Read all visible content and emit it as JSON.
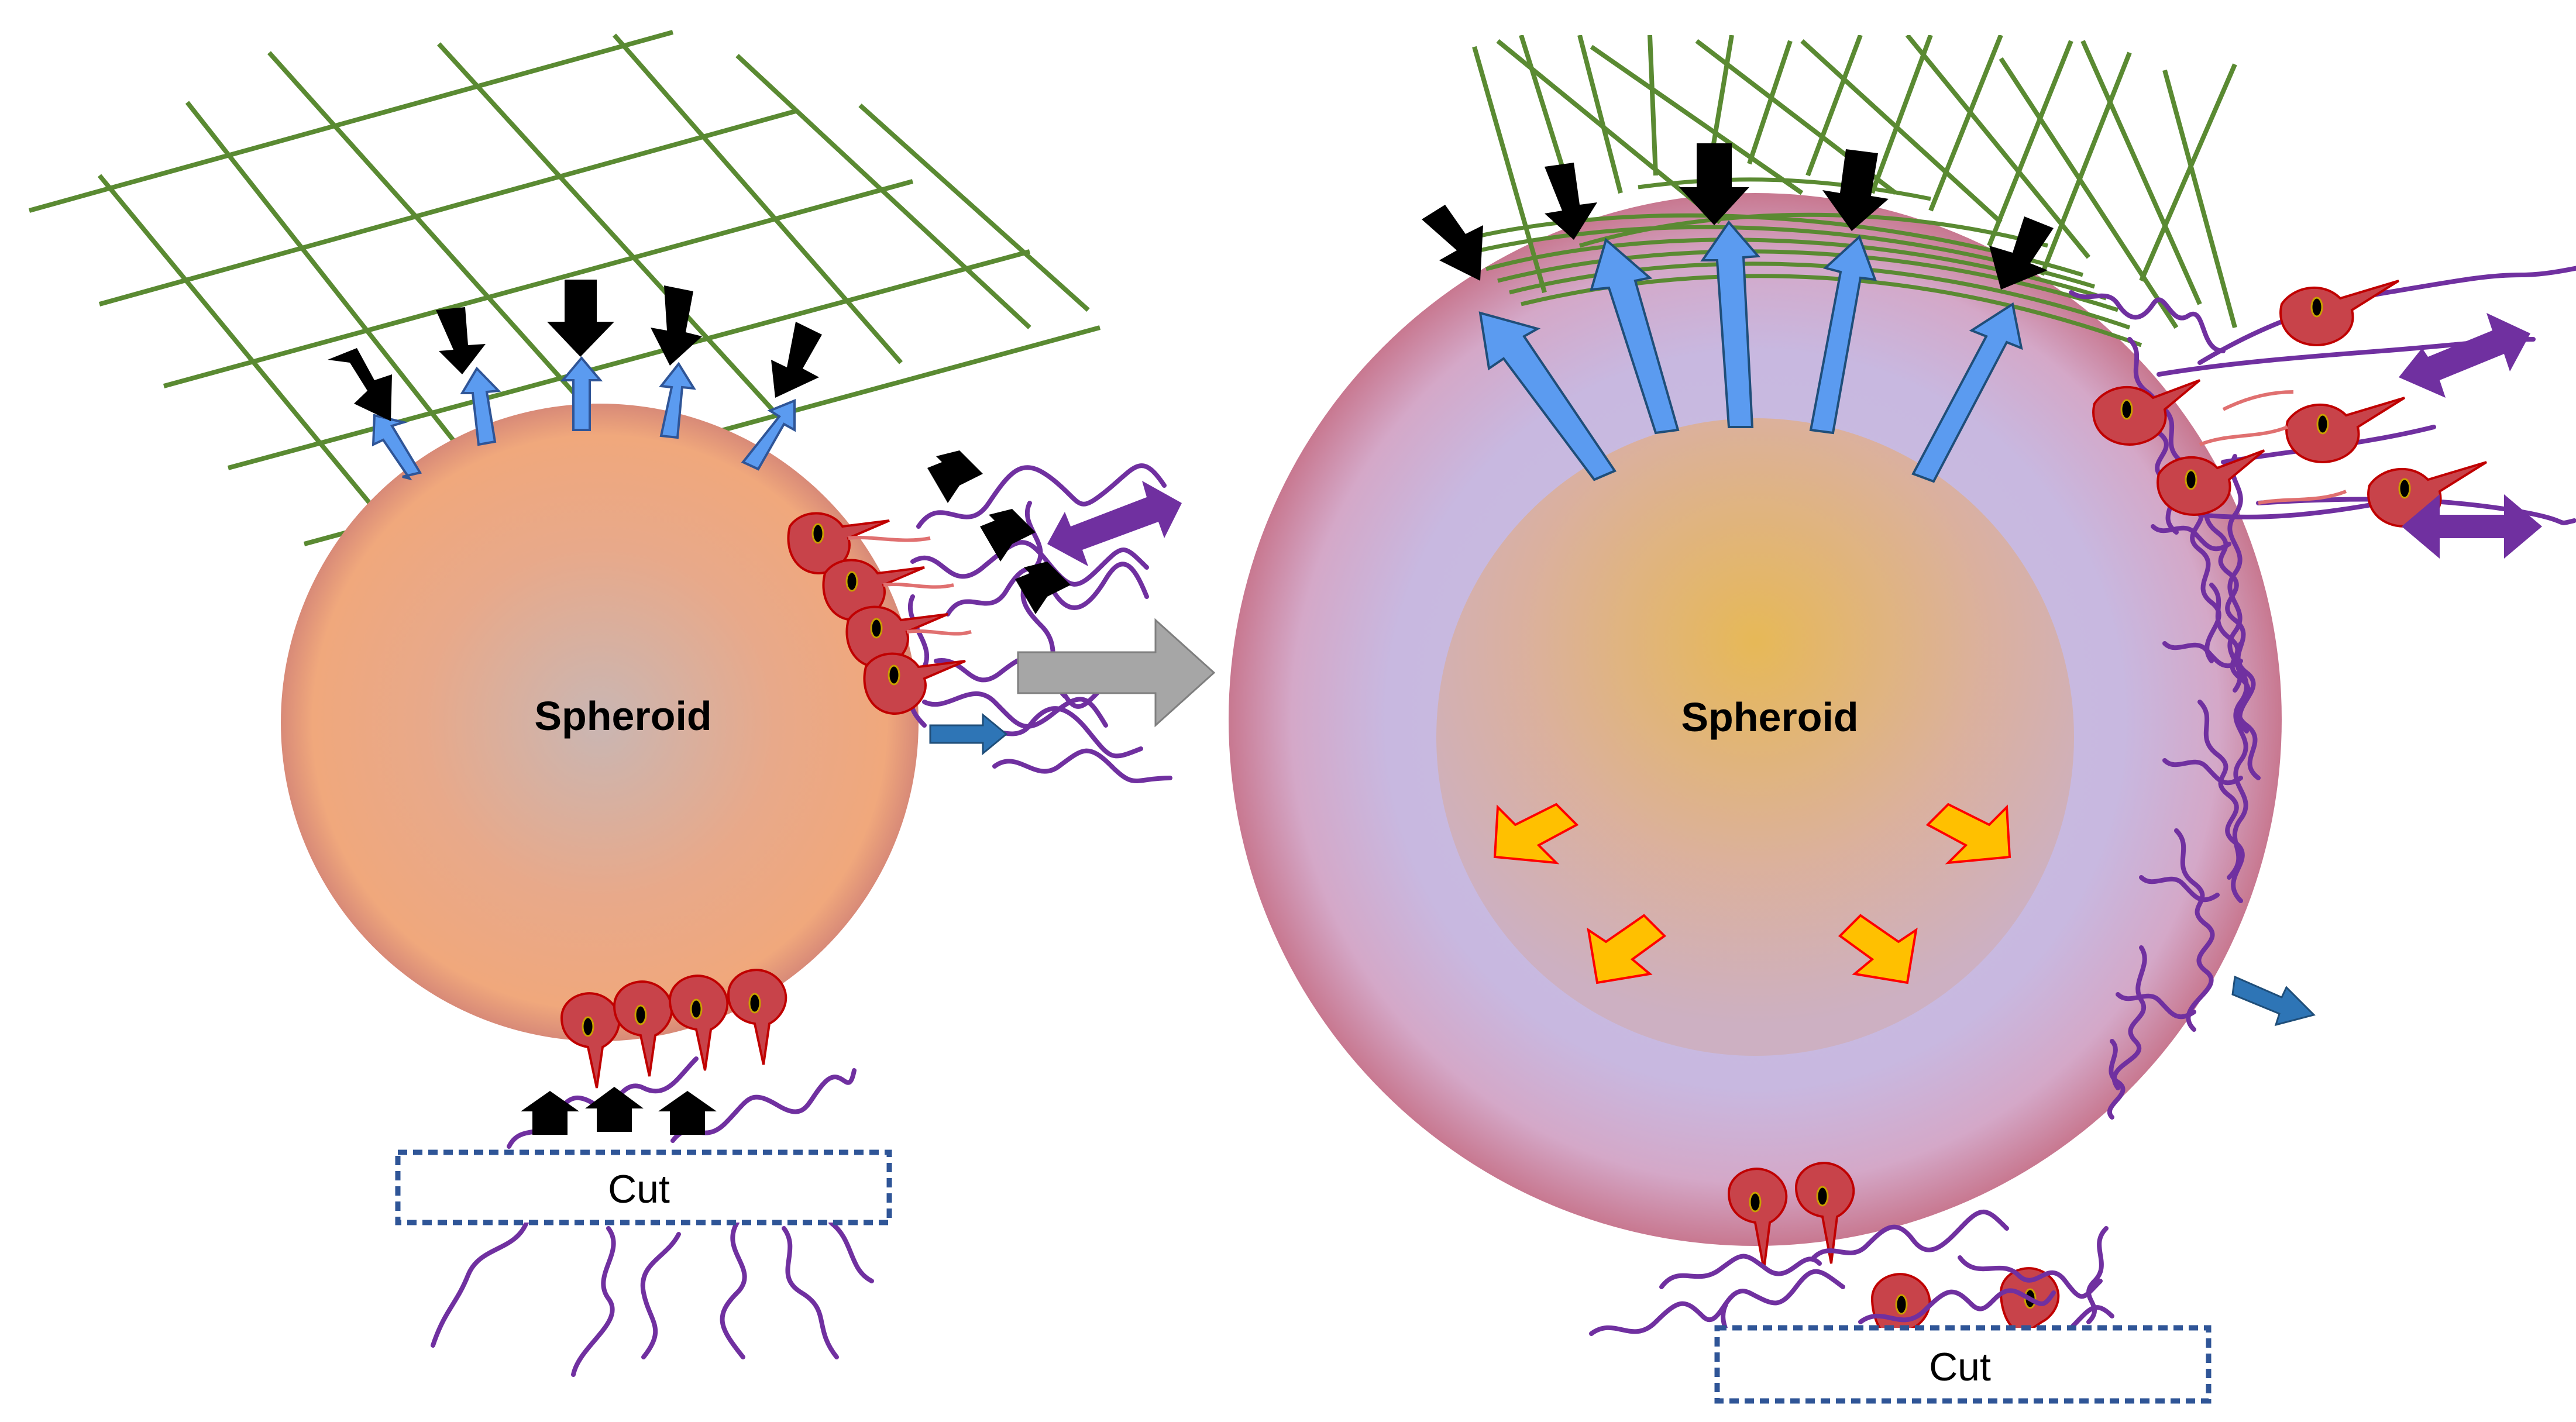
{
  "left_panel": {
    "spheroid_label": "Spheroid",
    "cut_label": "Cut"
  },
  "right_panel": {
    "spheroid_label": "Spheroid",
    "cut_label": "Cut"
  },
  "colors": {
    "ecm_mesh": "#5a8a32",
    "collagen_fibers": "#7030a0",
    "cell_fill": "#c8434a",
    "cell_stroke": "#c00000",
    "push_arrow": "#000000",
    "growth_arrow": "#5b9bf0",
    "migration_arrow": "#7030a0",
    "expansion_arrow": "#ffc000",
    "transition_arrow": "#a6a6a6",
    "cut_border": "#2f5597"
  }
}
